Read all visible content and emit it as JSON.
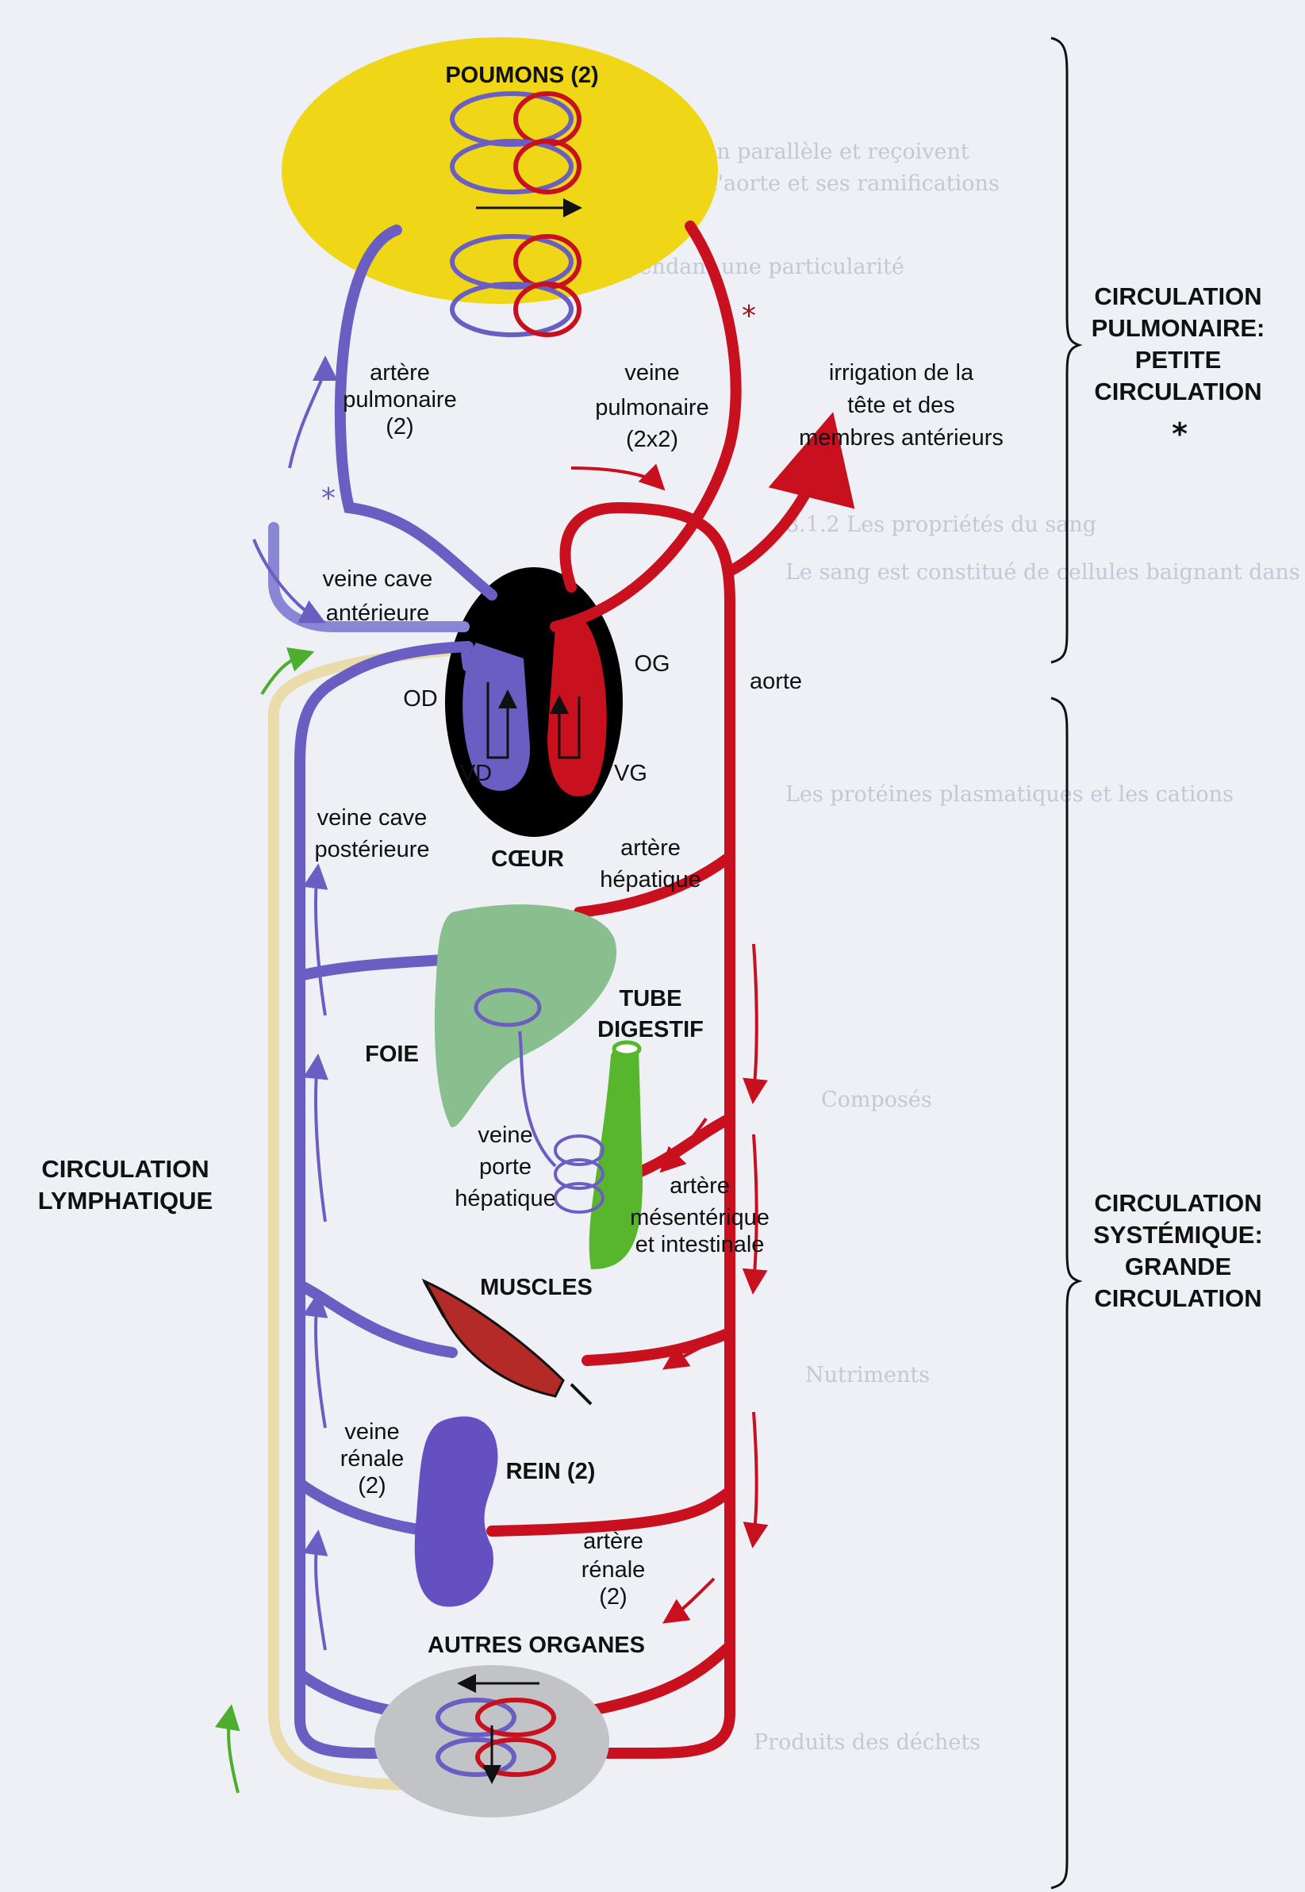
{
  "sections": {
    "pulmonary": [
      "CIRCULATION",
      "PULMONAIRE:",
      "PETITE",
      "CIRCULATION"
    ],
    "pulmonary_star": "*",
    "systemic": [
      "CIRCULATION",
      "SYSTÉMIQUE:",
      "GRANDE",
      "CIRCULATION"
    ],
    "lymphatic": [
      "CIRCULATION",
      "LYMPHATIQUE"
    ]
  },
  "organs": {
    "lungs": "POUMONS (2)",
    "heart": "CŒUR",
    "liver": "FOIE",
    "gut": [
      "TUBE",
      "DIGESTIF"
    ],
    "muscles": "MUSCLES",
    "kidney": "REIN (2)",
    "others": "AUTRES ORGANES"
  },
  "heart_parts": {
    "od": "OD",
    "og": "OG",
    "vd": "VD",
    "vg": "VG"
  },
  "vessels": {
    "pulmonary_artery": [
      "artère",
      "pulmonaire",
      "(2)"
    ],
    "pulmonary_vein": [
      "veine",
      "pulmonaire",
      "(2x2)"
    ],
    "head_irrigation": [
      "irrigation de la",
      "tête et des",
      "membres antérieurs"
    ],
    "anterior_vena_cava": [
      "veine cave",
      "antérieure"
    ],
    "aorta": "aorte",
    "posterior_vena_cava": [
      "veine cave",
      "postérieure"
    ],
    "hepatic_artery": [
      "artère",
      "hépatique"
    ],
    "hepatic_portal_vein": [
      "veine",
      "porte",
      "hépatique"
    ],
    "mesenteric_artery": [
      "artère",
      "mésentérique",
      "et intestinale"
    ],
    "renal_vein": [
      "veine",
      "rénale",
      "(2)"
    ],
    "renal_artery": [
      "artère",
      "rénale",
      "(2)"
    ]
  },
  "markers": {
    "star": "*"
  },
  "background_text": [
    "Les organes sont disposés en parallèle et reçoivent",
    "ainsi du sang distribué par l'aorte et ses ramifications",
    "La face présente cependant une particularité",
    "8.1.2 Les propriétés du sang",
    "Le sang est constitué de cellules baignant dans le plasma",
    "Les protéines plasmatiques et les cations",
    "Composés",
    "Nutriments",
    "Produits des déchets"
  ],
  "colors": {
    "artery": "#c8101e",
    "vein": "#6a5ec2",
    "vein_light": "#8a86d6",
    "lymph": "#eadcaa",
    "lymph_arrow": "#4cae2c",
    "lungs": "#efd717",
    "liver": "#89bf8e",
    "gut": "#58b62c",
    "kidney": "#6550c2",
    "muscle": "#b32a26",
    "others": "#c2c3c7",
    "heart": "#000000"
  }
}
